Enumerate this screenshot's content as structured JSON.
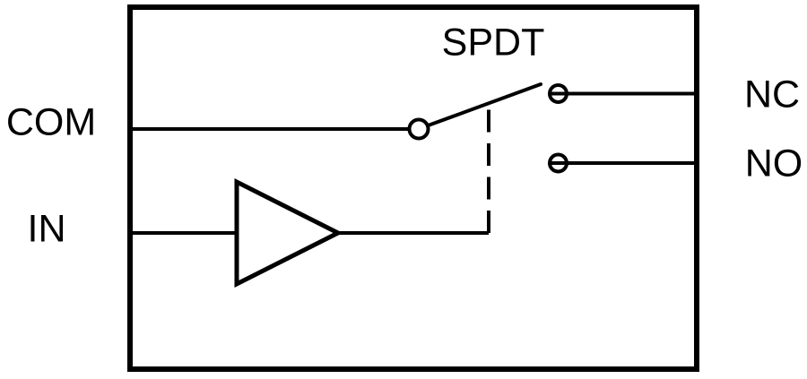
{
  "diagram": {
    "description": "SPDT switch functional block diagram with input buffer",
    "background_color": "#ffffff",
    "line_color": "#000000",
    "switch_type_label": "SPDT",
    "terminals": {
      "com": "COM",
      "in": "IN",
      "nc": "NC",
      "no": "NO"
    },
    "icons": {
      "buffer_amplifier": "right-pointing-triangle",
      "switch_pole": "open-circle",
      "nc_terminal": "open-circle",
      "no_terminal": "open-circle",
      "switch_control_link": "vertical-dashed-line"
    }
  }
}
